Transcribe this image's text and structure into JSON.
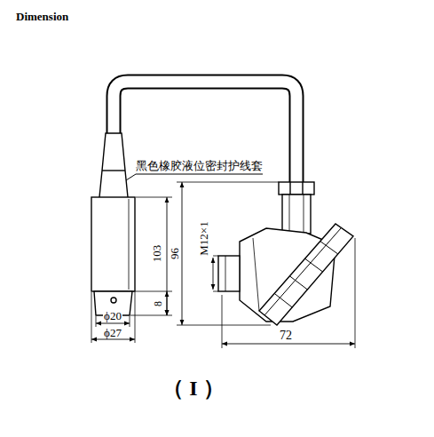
{
  "diagram": {
    "title": "Dimension",
    "caption": "（ I ）",
    "labels": [
      "黑色橡胶液位密封护线套",
      "103",
      "8",
      "ϕ20",
      "ϕ27",
      "96",
      "M12×1",
      "72"
    ]
  }
}
